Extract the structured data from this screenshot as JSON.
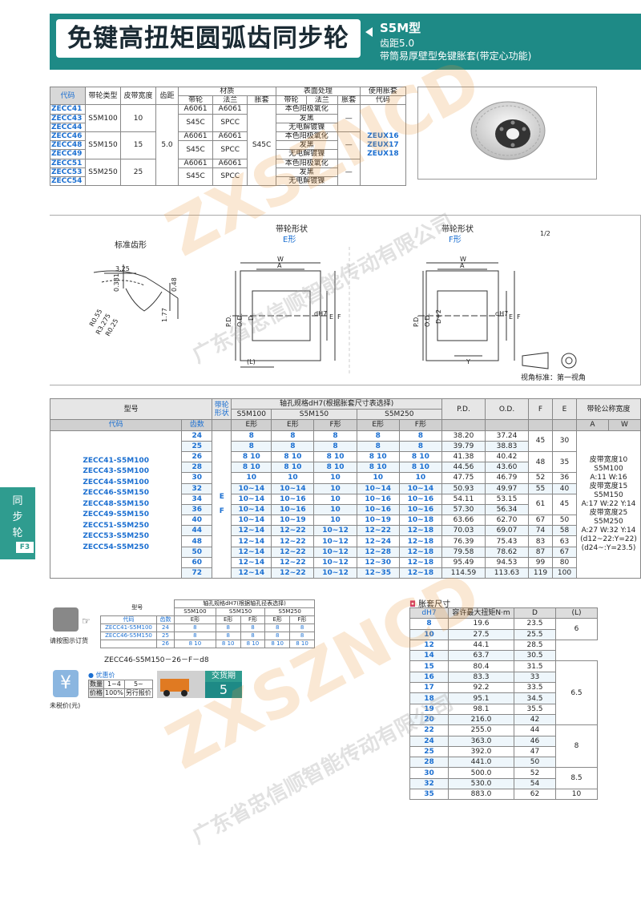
{
  "header": {
    "title": "免键高扭矩圆弧齿同步轮",
    "model": "S5M型",
    "pitch": "齿距5.0",
    "desc": "带筒易厚壁型免键胀套(带定心功能)"
  },
  "spec": {
    "headers": [
      "代码",
      "带轮类型",
      "皮带宽度",
      "齿距",
      "材质",
      "表面处理",
      "使用胀套"
    ],
    "sub": [
      "带轮",
      "法兰",
      "胀套",
      "带轮",
      "法兰",
      "胀套",
      "代码"
    ],
    "codes": [
      "ZECC41",
      "ZECC43",
      "ZECC44",
      "ZECC46",
      "ZECC48",
      "ZECC49",
      "ZECC51",
      "ZECC53",
      "ZECC54"
    ],
    "types": [
      "S5M100",
      "S5M150",
      "S5M250"
    ],
    "widths": [
      "10",
      "15",
      "25"
    ],
    "pitch": "5.0",
    "mat": {
      "a": "A6061",
      "s": "S45C",
      "spcc": "SPCC"
    },
    "surf": {
      "ox": "本色阳极氧化",
      "black": "发黑",
      "ni": "无电解镀镍",
      "dash": "—"
    },
    "sleeves": [
      "ZEUX16",
      "ZEUX17",
      "ZEUX18"
    ]
  },
  "drawing": {
    "std_title": "标准齿形",
    "shape_label": "带轮形状",
    "e_shape": "E形",
    "f_shape": "F形",
    "dims": {
      "d1": "3.25",
      "d2": "0.381",
      "d3": "0.48",
      "d4": "1.77",
      "r1": "R0.55",
      "r2": "R3.275",
      "r3": "R0.25"
    },
    "letters": {
      "W": "W",
      "A": "A",
      "PD": "P.D.",
      "OD": "O.D.",
      "D": "D",
      "D2": "D+2",
      "E": "E",
      "F": "F",
      "L": "(L)",
      "Y": "Y",
      "dh": "dH7",
      "a": "1/2"
    },
    "view": "视角标准：第一视角"
  },
  "main": {
    "h_model": "型号",
    "h_shape": "带轮形状",
    "h_bore": "轴孔规格dH7(根据胀套尺寸表选择)",
    "h_s100": "S5M100",
    "h_s150": "S5M150",
    "h_s250": "S5M250",
    "h_pd": "P.D.",
    "h_od": "O.D.",
    "h_f": "F",
    "h_e": "E",
    "h_width": "带轮公称宽度",
    "h_code": "代码",
    "h_teeth": "齿数",
    "h_eshape": "E形",
    "h_fshape": "F形",
    "h_a": "A",
    "h_w": "W",
    "models": [
      "ZECC41-S5M100",
      "ZECC43-S5M100",
      "ZECC44-S5M100",
      "ZECC46-S5M150",
      "ZECC48-S5M150",
      "ZECC49-S5M150",
      "ZECC51-S5M250",
      "ZECC53-S5M250",
      "ZECC54-S5M250"
    ],
    "shape_e": "E",
    "shape_f": "F",
    "rows": [
      [
        "24",
        "8",
        "8",
        "8",
        "8",
        "8",
        "38.20",
        "37.24"
      ],
      [
        "25",
        "8",
        "8",
        "8",
        "8",
        "8",
        "39.79",
        "38.83"
      ],
      [
        "26",
        "8 10",
        "8 10",
        "8 10",
        "8 10",
        "8 10",
        "41.38",
        "40.42"
      ],
      [
        "28",
        "8 10",
        "8 10",
        "8 10",
        "8 10",
        "8 10",
        "44.56",
        "43.60"
      ],
      [
        "30",
        "10",
        "10",
        "10",
        "10",
        "10",
        "47.75",
        "46.79"
      ],
      [
        "32",
        "10~14",
        "10~14",
        "10",
        "10~14",
        "10~14",
        "50.93",
        "49.97"
      ],
      [
        "34",
        "10~14",
        "10~16",
        "10",
        "10~16",
        "10~16",
        "54.11",
        "53.15"
      ],
      [
        "36",
        "10~14",
        "10~16",
        "10",
        "10~16",
        "10~16",
        "57.30",
        "56.34"
      ],
      [
        "40",
        "10~14",
        "10~19",
        "10",
        "10~19",
        "10~18",
        "63.66",
        "62.70"
      ],
      [
        "44",
        "12~14",
        "12~22",
        "10~12",
        "12~22",
        "12~18",
        "70.03",
        "69.07"
      ],
      [
        "48",
        "12~14",
        "12~22",
        "10~12",
        "12~24",
        "12~18",
        "76.39",
        "75.43"
      ],
      [
        "50",
        "12~14",
        "12~22",
        "10~12",
        "12~28",
        "12~18",
        "79.58",
        "78.62"
      ],
      [
        "60",
        "12~14",
        "12~22",
        "10~12",
        "12~30",
        "12~18",
        "95.49",
        "94.53"
      ],
      [
        "72",
        "12~14",
        "12~22",
        "10~12",
        "12~35",
        "12~18",
        "114.59",
        "113.63"
      ]
    ],
    "fe": [
      [
        "45",
        "30"
      ],
      [
        "48",
        "35"
      ],
      [
        "52",
        "36"
      ],
      [
        "55",
        "40"
      ],
      [
        "61",
        "45"
      ],
      [
        "67",
        "50"
      ],
      [
        "74",
        "58"
      ],
      [
        "83",
        "63"
      ],
      [
        "87",
        "67"
      ],
      [
        "99",
        "80"
      ],
      [
        "119",
        "100"
      ]
    ],
    "aw": [
      "皮带宽度10",
      "S5M100",
      "A:11  W:16",
      "皮带宽度15",
      "S5M150",
      "A:17  W:22  Y:14",
      "皮带宽度25",
      "S5M250",
      "A:27  W:32  Y:14",
      "(d12~22:Y=22)",
      "(d24~:Y=23.5)"
    ]
  },
  "order": {
    "label": "请按图示订货",
    "h_model": "型号",
    "h_code": "代码",
    "h_teeth": "齿数",
    "h_bore": "轴孔规格dH7(根据轴孔径表选择)",
    "s100": "S5M100",
    "s150": "S5M150",
    "s250": "S5M250",
    "e": "E形",
    "f": "F形",
    "r1": [
      "ZECC41-S5M100",
      "24",
      "8",
      "8",
      "8",
      "8",
      "8"
    ],
    "r2": [
      "ZECC46-S5M150",
      "25",
      "8",
      "8",
      "8",
      "8",
      "8"
    ],
    "r3": [
      "",
      "26",
      "8 10",
      "8 10",
      "8 10",
      "8 10",
      "8 10"
    ],
    "eg": "ZECC46-S5M150－26－F－d8",
    "discount": "优惠价",
    "qty": "数量",
    "q1": "1~4",
    "q2": "5~",
    "price": "价格",
    "p1": "100%",
    "p2": "另行报价",
    "tax": "未税价(元)",
    "delivery": "交货期",
    "days": "5"
  },
  "sleeve": {
    "title": "胀套尺寸",
    "h": [
      "dH7",
      "容许最大扭矩N·m",
      "D",
      "(L)"
    ],
    "rows": [
      [
        "8",
        "19.6",
        "23.5"
      ],
      [
        "10",
        "27.5",
        "25.5"
      ],
      [
        "12",
        "44.1",
        "28.5"
      ],
      [
        "14",
        "63.7",
        "30.5"
      ],
      [
        "15",
        "80.4",
        "31.5"
      ],
      [
        "16",
        "83.3",
        "33"
      ],
      [
        "17",
        "92.2",
        "33.5"
      ],
      [
        "18",
        "95.1",
        "34.5"
      ],
      [
        "19",
        "98.1",
        "35.5"
      ],
      [
        "20",
        "216.0",
        "42"
      ],
      [
        "22",
        "255.0",
        "44"
      ],
      [
        "24",
        "363.0",
        "46"
      ],
      [
        "25",
        "392.0",
        "47"
      ],
      [
        "28",
        "441.0",
        "50"
      ],
      [
        "30",
        "500.0",
        "52"
      ],
      [
        "32",
        "530.0",
        "54"
      ],
      [
        "35",
        "883.0",
        "62"
      ]
    ],
    "L": [
      "6",
      "6.5",
      "8",
      "8.5",
      "10"
    ]
  },
  "side": {
    "t1": "同",
    "t2": "步",
    "t3": "轮",
    "page": "F3"
  },
  "wm": {
    "brand": "ZXSZNCD",
    "company": "广东省忠信顺智能传动有限公司"
  },
  "colors": {
    "teal": "#1e8a86",
    "blue": "#1b6fd1",
    "orange": "#e07a22"
  }
}
